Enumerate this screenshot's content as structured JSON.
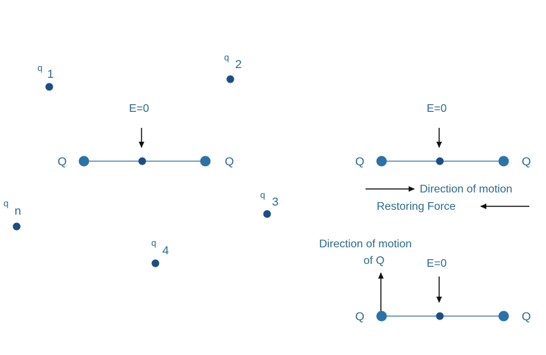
{
  "colors": {
    "text": "#2a6a8a",
    "dot_small": "#1b4f84",
    "dot_large": "#2a72a8",
    "line": "#2a72a8",
    "arrow": "#111111",
    "background": "#ffffff"
  },
  "left_figure": {
    "charges": [
      {
        "q": "q",
        "sub": "1"
      },
      {
        "q": "q",
        "sub": "2"
      },
      {
        "q": "q",
        "sub": "3"
      },
      {
        "q": "q",
        "sub": "4"
      },
      {
        "q": "q",
        "sub": "n"
      }
    ],
    "field_label": "E=0",
    "left_charge": "Q",
    "right_charge": "Q"
  },
  "right_top_figure": {
    "field_label": "E=0",
    "left_charge": "Q",
    "right_charge": "Q",
    "direction_label": "Direction of motion",
    "restoring_label": "Restoring Force"
  },
  "right_bottom_figure": {
    "field_label": "E=0",
    "left_charge": "Q",
    "right_charge": "Q",
    "direction_label_line1": "Direction of motion",
    "direction_label_line2": "of Q"
  }
}
